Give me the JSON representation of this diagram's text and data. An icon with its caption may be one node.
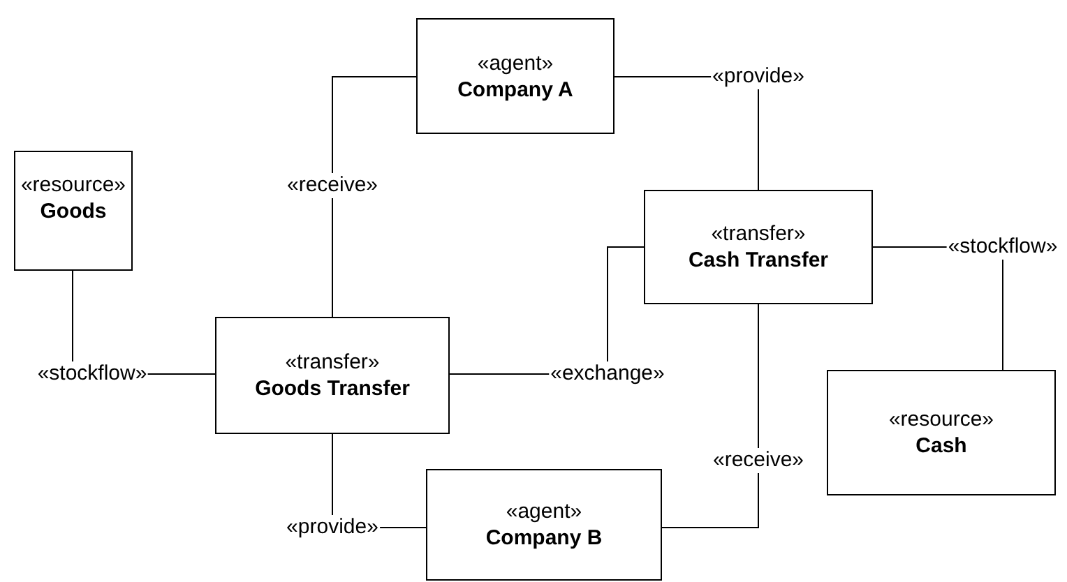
{
  "diagram": {
    "nodes": [
      {
        "text": [
          "«agent»",
          "Company A"
        ]
      },
      {
        "text": [
          "«resource»",
          "Goods"
        ]
      },
      {
        "text": [
          "«transfer»",
          "Cash Transfer"
        ]
      },
      {
        "text": [
          "«transfer»",
          "Goods Transfer"
        ]
      },
      {
        "text": [
          "«resource»",
          "Cash"
        ]
      },
      {
        "text": [
          "«agent»",
          "Company B"
        ]
      }
    ],
    "edges": [
      {
        "from": 0,
        "to": 3,
        "arrow": "none",
        "label": "«receive»"
      },
      {
        "from": 0,
        "to": 2,
        "arrow": "none",
        "label": "«provide»"
      },
      {
        "from": 1,
        "to": 3,
        "arrow": "none",
        "label": "«stockflow»"
      },
      {
        "from": 3,
        "to": 2,
        "arrow": "none",
        "label": "«exchange»"
      },
      {
        "from": 2,
        "to": 4,
        "arrow": "none",
        "label": "«stockflow»"
      },
      {
        "from": 3,
        "to": 5,
        "arrow": "none",
        "label": "«provide»"
      },
      {
        "from": 2,
        "to": 5,
        "arrow": "none",
        "label": "«receive»"
      }
    ]
  }
}
